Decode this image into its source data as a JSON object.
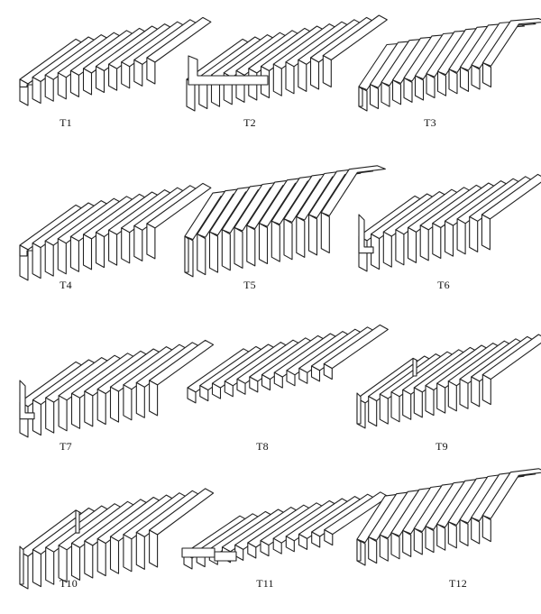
{
  "figure": {
    "items": [
      {
        "label": "T1",
        "style": "flat-hook"
      },
      {
        "label": "T2",
        "style": "flat-box"
      },
      {
        "label": "T3",
        "style": "arch"
      },
      {
        "label": "T4",
        "style": "flat-hook"
      },
      {
        "label": "T5",
        "style": "gable-wide"
      },
      {
        "label": "T6",
        "style": "flat-cshape"
      },
      {
        "label": "T7",
        "style": "flat-cshape-left"
      },
      {
        "label": "T8",
        "style": "flat-plain"
      },
      {
        "label": "T9",
        "style": "flat-legs"
      },
      {
        "label": "T10",
        "style": "flat-legs-tall"
      },
      {
        "label": "T11",
        "style": "flat-tabs"
      },
      {
        "label": "T12",
        "style": "gable"
      }
    ],
    "line_color": "#222222",
    "face_color": "#ffffff"
  }
}
